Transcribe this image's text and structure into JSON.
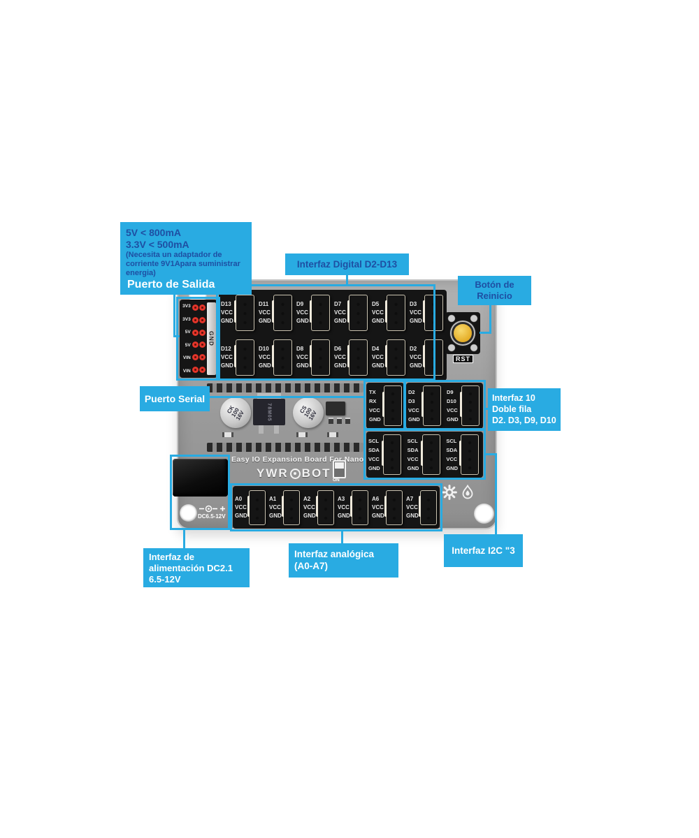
{
  "callouts": {
    "output_port": {
      "line1": "5V < 800mA",
      "line2": "3.3V < 500mA",
      "note": "(Necesita un adaptador de corriente 9V1Apara suministrar energia)",
      "title": "Puerto de Salida"
    },
    "digital": {
      "label": "Interfaz Digital D2-D13"
    },
    "reset": {
      "line1": "Botón de",
      "line2": "Reinicio"
    },
    "serial": {
      "label": "Puerto Serial"
    },
    "double_row": {
      "line1": "Interfaz 10",
      "line2": "Doble fila",
      "line3": "D2. D3, D9, D10"
    },
    "power_in": {
      "line1": "Interfaz de",
      "line2": "alimentación DC2.1",
      "line3": "6.5-12V"
    },
    "analog": {
      "line1": "Interfaz analógica",
      "line2": "(A0-A7)"
    },
    "i2c": {
      "label": "Interfaz I2C \"3"
    }
  },
  "board": {
    "title": "Easy IO Expansion Board For Nano",
    "brand_prefix": "YWR",
    "brand_suffix": "BOT",
    "power_header": {
      "pins": [
        "3V3",
        "3V3",
        "5V",
        "5V",
        "VIN",
        "VIN"
      ],
      "rail": "GND"
    },
    "pin_labels": {
      "vcc": "VCC",
      "gnd": "GND"
    },
    "digital_row1": [
      "D13",
      "D11",
      "D9",
      "D7",
      "D5",
      "D3"
    ],
    "digital_row2": [
      "D12",
      "D10",
      "D8",
      "D6",
      "D4",
      "D2"
    ],
    "serial_conn": [
      "TX",
      "RX",
      "VCC",
      "GND"
    ],
    "dual_conn1": [
      "D2",
      "D3",
      "VCC",
      "GND"
    ],
    "dual_conn2": [
      "D9",
      "D10",
      "VCC",
      "GND"
    ],
    "i2c_conn": [
      "SCL",
      "SDA",
      "VCC",
      "GND"
    ],
    "analog_row": [
      "A0",
      "A1",
      "A2",
      "A3",
      "A6",
      "A7"
    ],
    "reset_label": "RST",
    "switch_label": "ON",
    "dc_label": "DC6.5-12V",
    "cap1": [
      "CK",
      "100",
      "16V"
    ],
    "cap2": [
      "CS",
      "100",
      "16V"
    ],
    "regulator": "78M05"
  },
  "colors": {
    "accent": "#29ABE2",
    "label_navy": "#1E4FA3",
    "pin_red": "#E23B34",
    "button_yellow": "#F0C53E",
    "board_gray": "#9A9A9A"
  }
}
